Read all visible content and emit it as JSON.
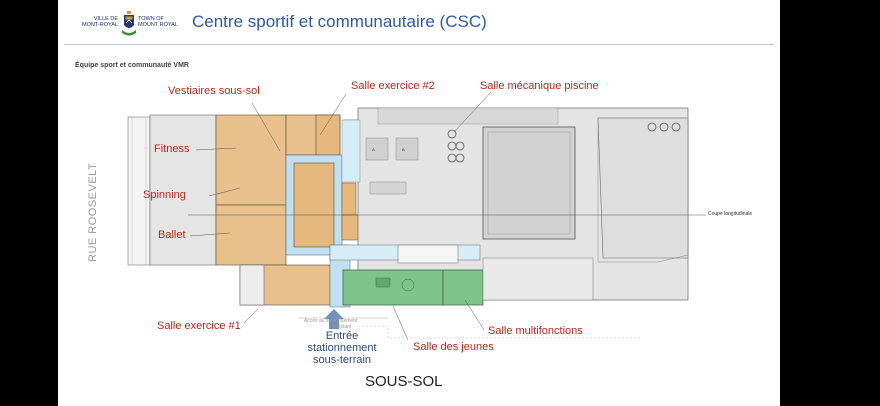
{
  "header": {
    "logo_left_line1": "VILLE DE",
    "logo_left_line2": "MONT-ROYAL",
    "logo_right_line1": "TOWN OF",
    "logo_right_line2": "MOUNT ROYAL",
    "title": "Centre sportif et communautaire (CSC)",
    "subtitle": "Équipe sport et communauté VMR"
  },
  "labels": {
    "vestiaires": "Vestiaires sous-sol",
    "exercice2": "Salle exercice #2",
    "mecanique": "Salle mécanique piscine",
    "fitness": "Fitness",
    "spinning": "Spinning",
    "ballet": "Ballet",
    "exercice1": "Salle exercice #1",
    "multifonctions": "Salle multifonctions",
    "jeunes": "Salle des jeunes",
    "street": "RUE ROOSEVELT",
    "entree_line1": "Entrée",
    "entree_line2": "stationnement",
    "entree_line3": "sous-terrain",
    "acces_line1": "Accès au stationnement",
    "acces_line2": "existant",
    "coupe": "Coupe longitudinale",
    "room_a": "A",
    "room_b": "B"
  },
  "footer": {
    "caption": "SOUS-SOL"
  },
  "colors": {
    "title": "#2d5aa8",
    "label": "#b8281c",
    "room_orange": "#e8c08c",
    "room_green": "#7fc58a",
    "room_blue": "#bfe0f0",
    "arrow_blue": "#6f8fbd"
  }
}
